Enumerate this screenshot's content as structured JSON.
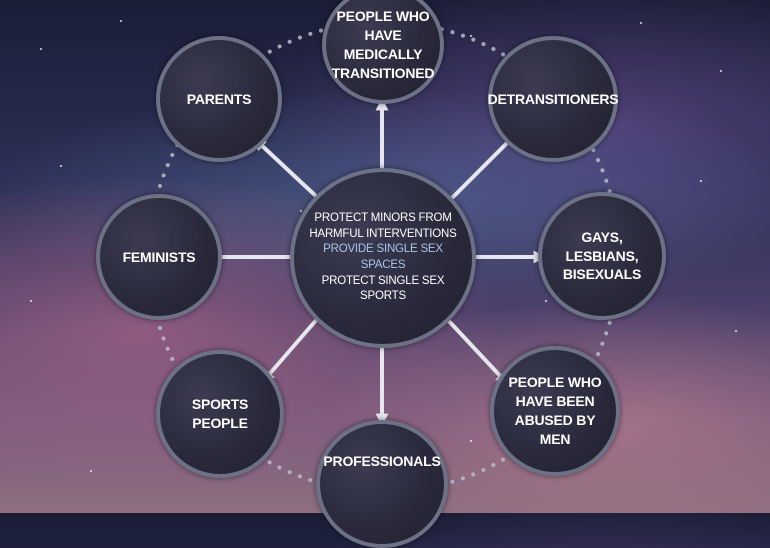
{
  "nodes": {
    "top": "PEOPLE WHO HAVE MEDICALLY TRANSITIONED",
    "parents": "PARENTS",
    "detransitioners": "DETRANSITIONERS",
    "feminists": "FEMINISTS",
    "gays": "GAYS, LESBIANS, BISEXUALS",
    "sports": "SPORTS PEOPLE",
    "professionals": "PROFESSIONALS",
    "abused": "PEOPLE WHO HAVE BEEN ABUSED BY MEN"
  },
  "center": {
    "goal_1": "PROTECT MINORS FROM HARMFUL INTERVENTIONS",
    "goal_2": "PROVIDE SINGLE SEX SPACES",
    "goal_3": "PROTECT SINGLE SEX SPORTS"
  },
  "colors": {
    "node_border": "#6c7186",
    "arrow": "#e6e6ee",
    "dots": "#b8bccb",
    "goal_highlight": "#a9c4ea"
  }
}
